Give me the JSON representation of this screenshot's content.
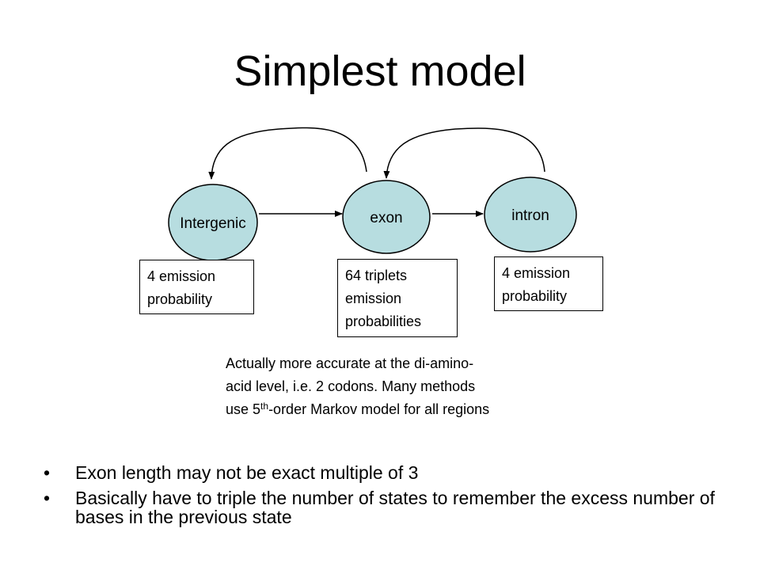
{
  "title": "Simplest model",
  "nodes": {
    "intergenic": "Intergenic",
    "exon": "exon",
    "intron": "intron"
  },
  "emission_boxes": {
    "intergenic": [
      "4 emission",
      "probability"
    ],
    "exon": [
      "64 triplets",
      "emission",
      "probabilities"
    ],
    "intron": [
      "4 emission",
      "probability"
    ]
  },
  "note": {
    "line1": "Actually more accurate at the di-amino-",
    "line2": "acid level, i.e. 2 codons. Many methods",
    "line3_prefix": "use 5",
    "line3_sup": "th",
    "line3_suffix": "-order Markov model for all regions"
  },
  "bullets": [
    "Exon length may not be exact multiple of 3",
    "Basically have to triple the number of states to remember the excess number of bases in the previous state"
  ],
  "bullet_glyph": "•",
  "colors": {
    "node_fill": "#b7dde0",
    "stroke": "#000000"
  }
}
